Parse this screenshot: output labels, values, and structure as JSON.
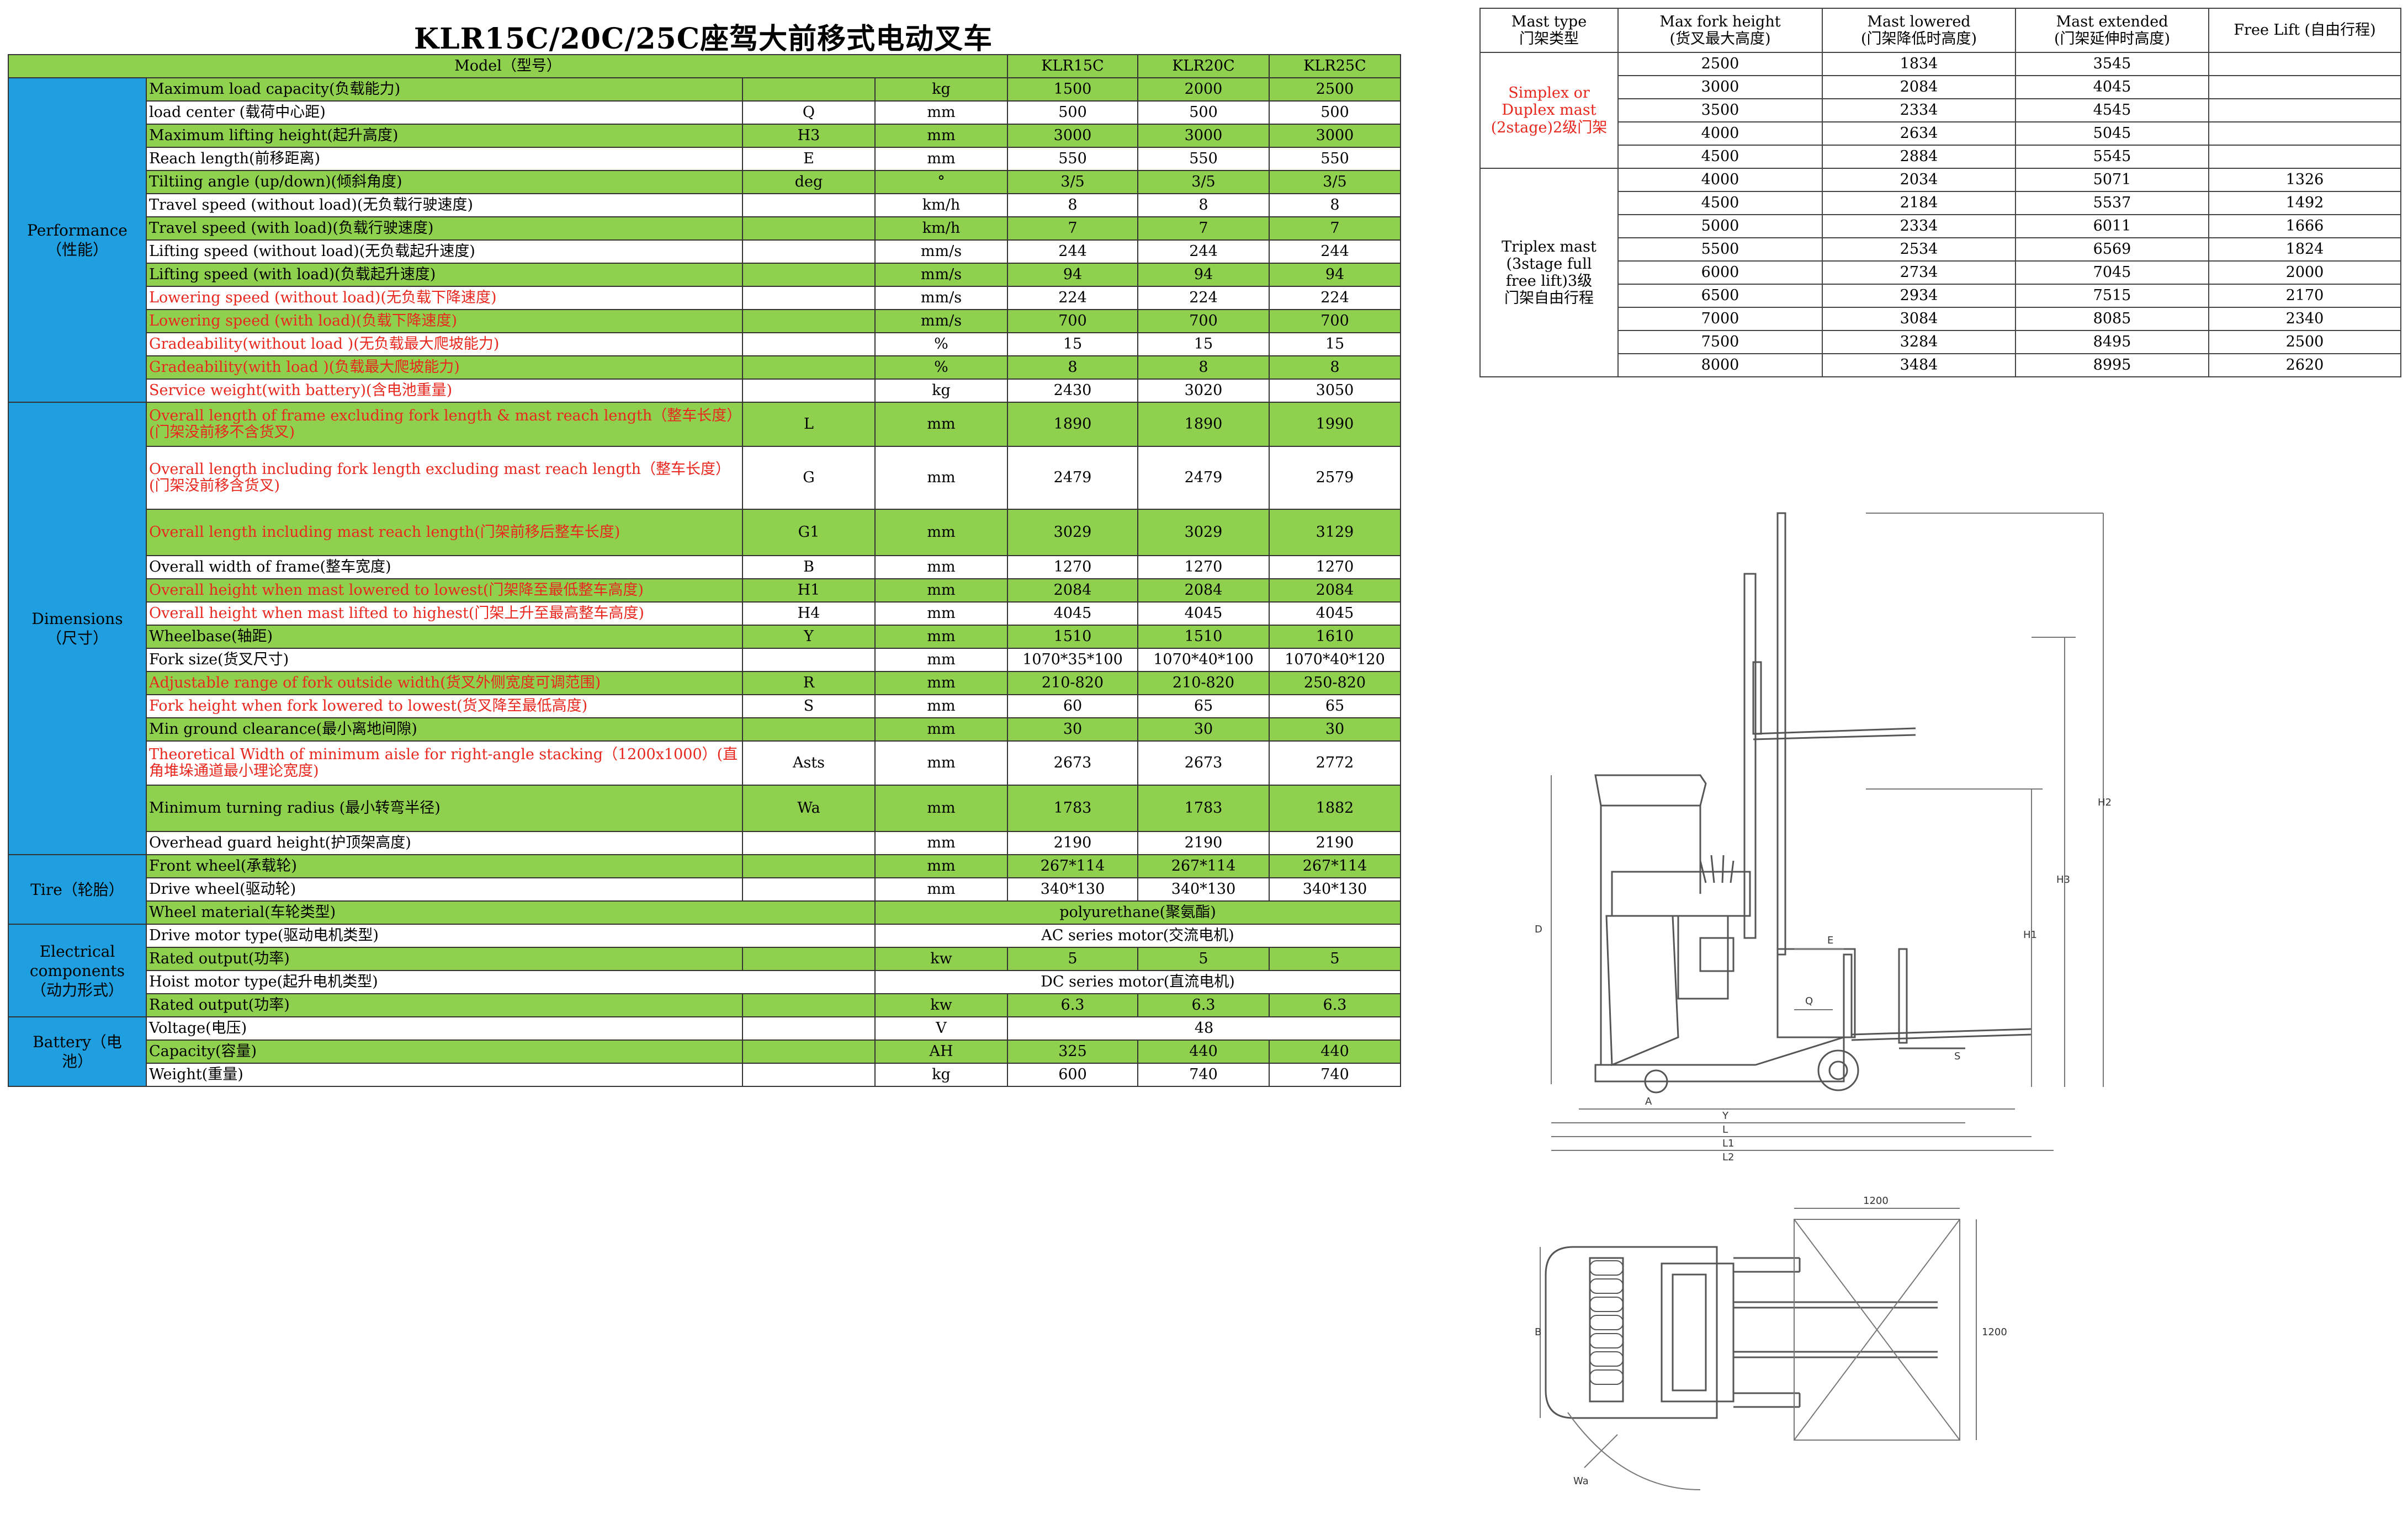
{
  "title": "KLR15C/20C/25C座驾大前移式电动叉车",
  "spec_table": {
    "header": {
      "label": "Model（型号）",
      "models": [
        "KLR15C",
        "KLR20C",
        "KLR25C"
      ]
    },
    "groups": [
      {
        "name": "Performance\n（性能）",
        "rows": [
          {
            "label": "Maximum load capacity(负载能力)",
            "sym": "",
            "unit": "kg",
            "v": [
              "1500",
              "2000",
              "2500"
            ],
            "red": false
          },
          {
            "label": "load center (载荷中心距)",
            "sym": "Q",
            "unit": "mm",
            "v": [
              "500",
              "500",
              "500"
            ],
            "red": false
          },
          {
            "label": "Maximum lifting height(起升高度)",
            "sym": "H3",
            "unit": "mm",
            "v": [
              "3000",
              "3000",
              "3000"
            ],
            "red": false
          },
          {
            "label": "Reach length(前移距离)",
            "sym": "E",
            "unit": "mm",
            "v": [
              "550",
              "550",
              "550"
            ],
            "red": false
          },
          {
            "label": "Tiltiing angle (up/down)(倾斜角度)",
            "sym": "deg",
            "unit": "°",
            "v": [
              "3/5",
              "3/5",
              "3/5"
            ],
            "red": false
          },
          {
            "label": "Travel speed (without load)(无负载行驶速度)",
            "sym": "",
            "unit": "km/h",
            "v": [
              "8",
              "8",
              "8"
            ],
            "red": false
          },
          {
            "label": "Travel speed (with load)(负载行驶速度)",
            "sym": "",
            "unit": "km/h",
            "v": [
              "7",
              "7",
              "7"
            ],
            "red": false
          },
          {
            "label": "Lifting speed (without load)(无负载起升速度)",
            "sym": "",
            "unit": "mm/s",
            "v": [
              "244",
              "244",
              "244"
            ],
            "red": false
          },
          {
            "label": "Lifting speed (with load)(负载起升速度)",
            "sym": "",
            "unit": "mm/s",
            "v": [
              "94",
              "94",
              "94"
            ],
            "red": false
          },
          {
            "label": "Lowering speed (without load)(无负载下降速度)",
            "sym": "",
            "unit": "mm/s",
            "v": [
              "224",
              "224",
              "224"
            ],
            "red": true
          },
          {
            "label": "Lowering speed (with load)(负载下降速度)",
            "sym": "",
            "unit": "mm/s",
            "v": [
              "700",
              "700",
              "700"
            ],
            "red": true
          },
          {
            "label": "Gradeability(without load )(无负载最大爬坡能力)",
            "sym": "",
            "unit": "%",
            "v": [
              "15",
              "15",
              "15"
            ],
            "red": true
          },
          {
            "label": "Gradeability(with load )(负载最大爬坡能力)",
            "sym": "",
            "unit": "%",
            "v": [
              "8",
              "8",
              "8"
            ],
            "red": true
          },
          {
            "label": "Service weight(with battery)(含电池重量)",
            "sym": "",
            "unit": "kg",
            "v": [
              "2430",
              "3020",
              "3050"
            ],
            "red": true
          }
        ]
      },
      {
        "name": "Dimensions\n（尺寸）",
        "rows": [
          {
            "label": "Overall length of frame excluding fork length & mast reach length（整车长度）(门架没前移不含货叉)",
            "sym": "L",
            "unit": "mm",
            "v": [
              "1890",
              "1890",
              "1990"
            ],
            "red": true,
            "h": "tall"
          },
          {
            "label": "Overall length including fork length excluding mast reach length（整车长度）(门架没前移含货叉)",
            "sym": "G",
            "unit": "mm",
            "v": [
              "2479",
              "2479",
              "2579"
            ],
            "red": true,
            "h": "tall2"
          },
          {
            "label": "Overall length including mast reach length(门架前移后整车长度)",
            "sym": "G1",
            "unit": "mm",
            "v": [
              "3029",
              "3029",
              "3129"
            ],
            "red": true,
            "h": "tall3"
          },
          {
            "label": "Overall width of frame(整车宽度)",
            "sym": "B",
            "unit": "mm",
            "v": [
              "1270",
              "1270",
              "1270"
            ],
            "red": false
          },
          {
            "label": "Overall height when mast lowered to lowest(门架降至最低整车高度)",
            "sym": "H1",
            "unit": "mm",
            "v": [
              "2084",
              "2084",
              "2084"
            ],
            "red": true
          },
          {
            "label": "Overall height when mast lifted to highest(门架上升至最高整车高度)",
            "sym": "H4",
            "unit": "mm",
            "v": [
              "4045",
              "4045",
              "4045"
            ],
            "red": true
          },
          {
            "label": "Wheelbase(轴距)",
            "sym": "Y",
            "unit": "mm",
            "v": [
              "1510",
              "1510",
              "1610"
            ],
            "red": false
          },
          {
            "label": "Fork size(货叉尺寸)",
            "sym": "",
            "unit": "mm",
            "v": [
              "1070*35*100",
              "1070*40*100",
              "1070*40*120"
            ],
            "red": false
          },
          {
            "label": "Adjustable range of fork outside width(货叉外侧宽度可调范围)",
            "sym": "R",
            "unit": "mm",
            "v": [
              "210-820",
              "210-820",
              "250-820"
            ],
            "red": true
          },
          {
            "label": "Fork height when fork lowered to lowest(货叉降至最低高度)",
            "sym": "S",
            "unit": "mm",
            "v": [
              "60",
              "65",
              "65"
            ],
            "red": true
          },
          {
            "label": "Min ground clearance(最小离地间隙)",
            "sym": "",
            "unit": "mm",
            "v": [
              "30",
              "30",
              "30"
            ],
            "red": false
          },
          {
            "label": "Theoretical Width of minimum aisle for right-angle stacking（1200x1000）(直角堆垛通道最小理论宽度)",
            "sym": "Asts",
            "unit": "mm",
            "v": [
              "2673",
              "2673",
              "2772"
            ],
            "red": true,
            "h": "tall"
          },
          {
            "label": "Minimum turning radius (最小转弯半径)",
            "sym": "Wa",
            "unit": "mm",
            "v": [
              "1783",
              "1783",
              "1882"
            ],
            "red": false,
            "h": "tall3"
          },
          {
            "label": "Overhead guard height(护顶架高度)",
            "sym": "",
            "unit": "mm",
            "v": [
              "2190",
              "2190",
              "2190"
            ],
            "red": false
          }
        ]
      },
      {
        "name": "Tire（轮胎）",
        "rows": [
          {
            "label": "Front wheel(承载轮)",
            "sym": "",
            "unit": "mm",
            "v": [
              "267*114",
              "267*114",
              "267*114"
            ],
            "red": false
          },
          {
            "label": "Drive wheel(驱动轮)",
            "sym": "",
            "unit": "mm",
            "v": [
              "340*130",
              "340*130",
              "340*130"
            ],
            "red": false
          },
          {
            "label": "Wheel material(车轮类型)",
            "merged": "polyurethane(聚氨酯)",
            "red": false
          }
        ]
      },
      {
        "name": "Electrical\ncomponents\n（动力形式）",
        "rows": [
          {
            "label": "Drive motor type(驱动电机类型)",
            "merged": "AC series motor(交流电机)",
            "red": false
          },
          {
            "label": "Rated output(功率)",
            "sym": "",
            "unit": "kw",
            "v": [
              "5",
              "5",
              "5"
            ],
            "red": false
          },
          {
            "label": "Hoist motor type(起升电机类型)",
            "merged": "DC series motor(直流电机)",
            "red": false
          },
          {
            "label": "Rated output(功率)",
            "sym": "",
            "unit": "kw",
            "v": [
              "6.3",
              "6.3",
              "6.3"
            ],
            "red": false
          }
        ]
      },
      {
        "name": "Battery（电\n池）",
        "rows": [
          {
            "label": "Voltage(电压)",
            "sym": "",
            "unit": "V",
            "mergedv": "48",
            "red": false
          },
          {
            "label": "Capacity(容量)",
            "sym": "",
            "unit": "AH",
            "v": [
              "325",
              "440",
              "440"
            ],
            "red": false
          },
          {
            "label": "Weight(重量)",
            "sym": "",
            "unit": "kg",
            "v": [
              "600",
              "740",
              "740"
            ],
            "red": false
          }
        ]
      }
    ]
  },
  "mast_table": {
    "headers": [
      "Mast type\n门架类型",
      "Max fork height\n(货叉最大高度)",
      "Mast lowered\n(门架降低时高度)",
      "Mast extended\n(门架延伸时高度)",
      "Free Lift (自由行程)"
    ],
    "groups": [
      {
        "type": "Simplex or\nDuplex mast\n(2stage)2级门架",
        "red": true,
        "rows": [
          [
            "2500",
            "1834",
            "3545",
            ""
          ],
          [
            "3000",
            "2084",
            "4045",
            ""
          ],
          [
            "3500",
            "2334",
            "4545",
            ""
          ],
          [
            "4000",
            "2634",
            "5045",
            ""
          ],
          [
            "4500",
            "2884",
            "5545",
            ""
          ]
        ]
      },
      {
        "type": "Triplex mast\n(3stage full\nfree lift)3级\n门架自由行程",
        "red": false,
        "rows": [
          [
            "4000",
            "2034",
            "5071",
            "1326"
          ],
          [
            "4500",
            "2184",
            "5537",
            "1492"
          ],
          [
            "5000",
            "2334",
            "6011",
            "1666"
          ],
          [
            "5500",
            "2534",
            "6569",
            "1824"
          ],
          [
            "6000",
            "2734",
            "7045",
            "2000"
          ],
          [
            "6500",
            "2934",
            "7515",
            "2170"
          ],
          [
            "7000",
            "3084",
            "8085",
            "2340"
          ],
          [
            "7500",
            "3284",
            "8495",
            "2500"
          ],
          [
            "8000",
            "3484",
            "8995",
            "2620"
          ]
        ]
      }
    ]
  },
  "drawing_labels": {
    "side": {
      "D": "D",
      "H2": "H2",
      "H3": "H3",
      "H1": "H1",
      "E": "E",
      "Q": "Q",
      "S": "S",
      "A": "A",
      "Y": "Y",
      "L": "L",
      "L1": "L1",
      "L2": "L2"
    },
    "top": {
      "w1": "1200",
      "w2": "1200",
      "B": "B",
      "Wa": "Wa"
    }
  }
}
